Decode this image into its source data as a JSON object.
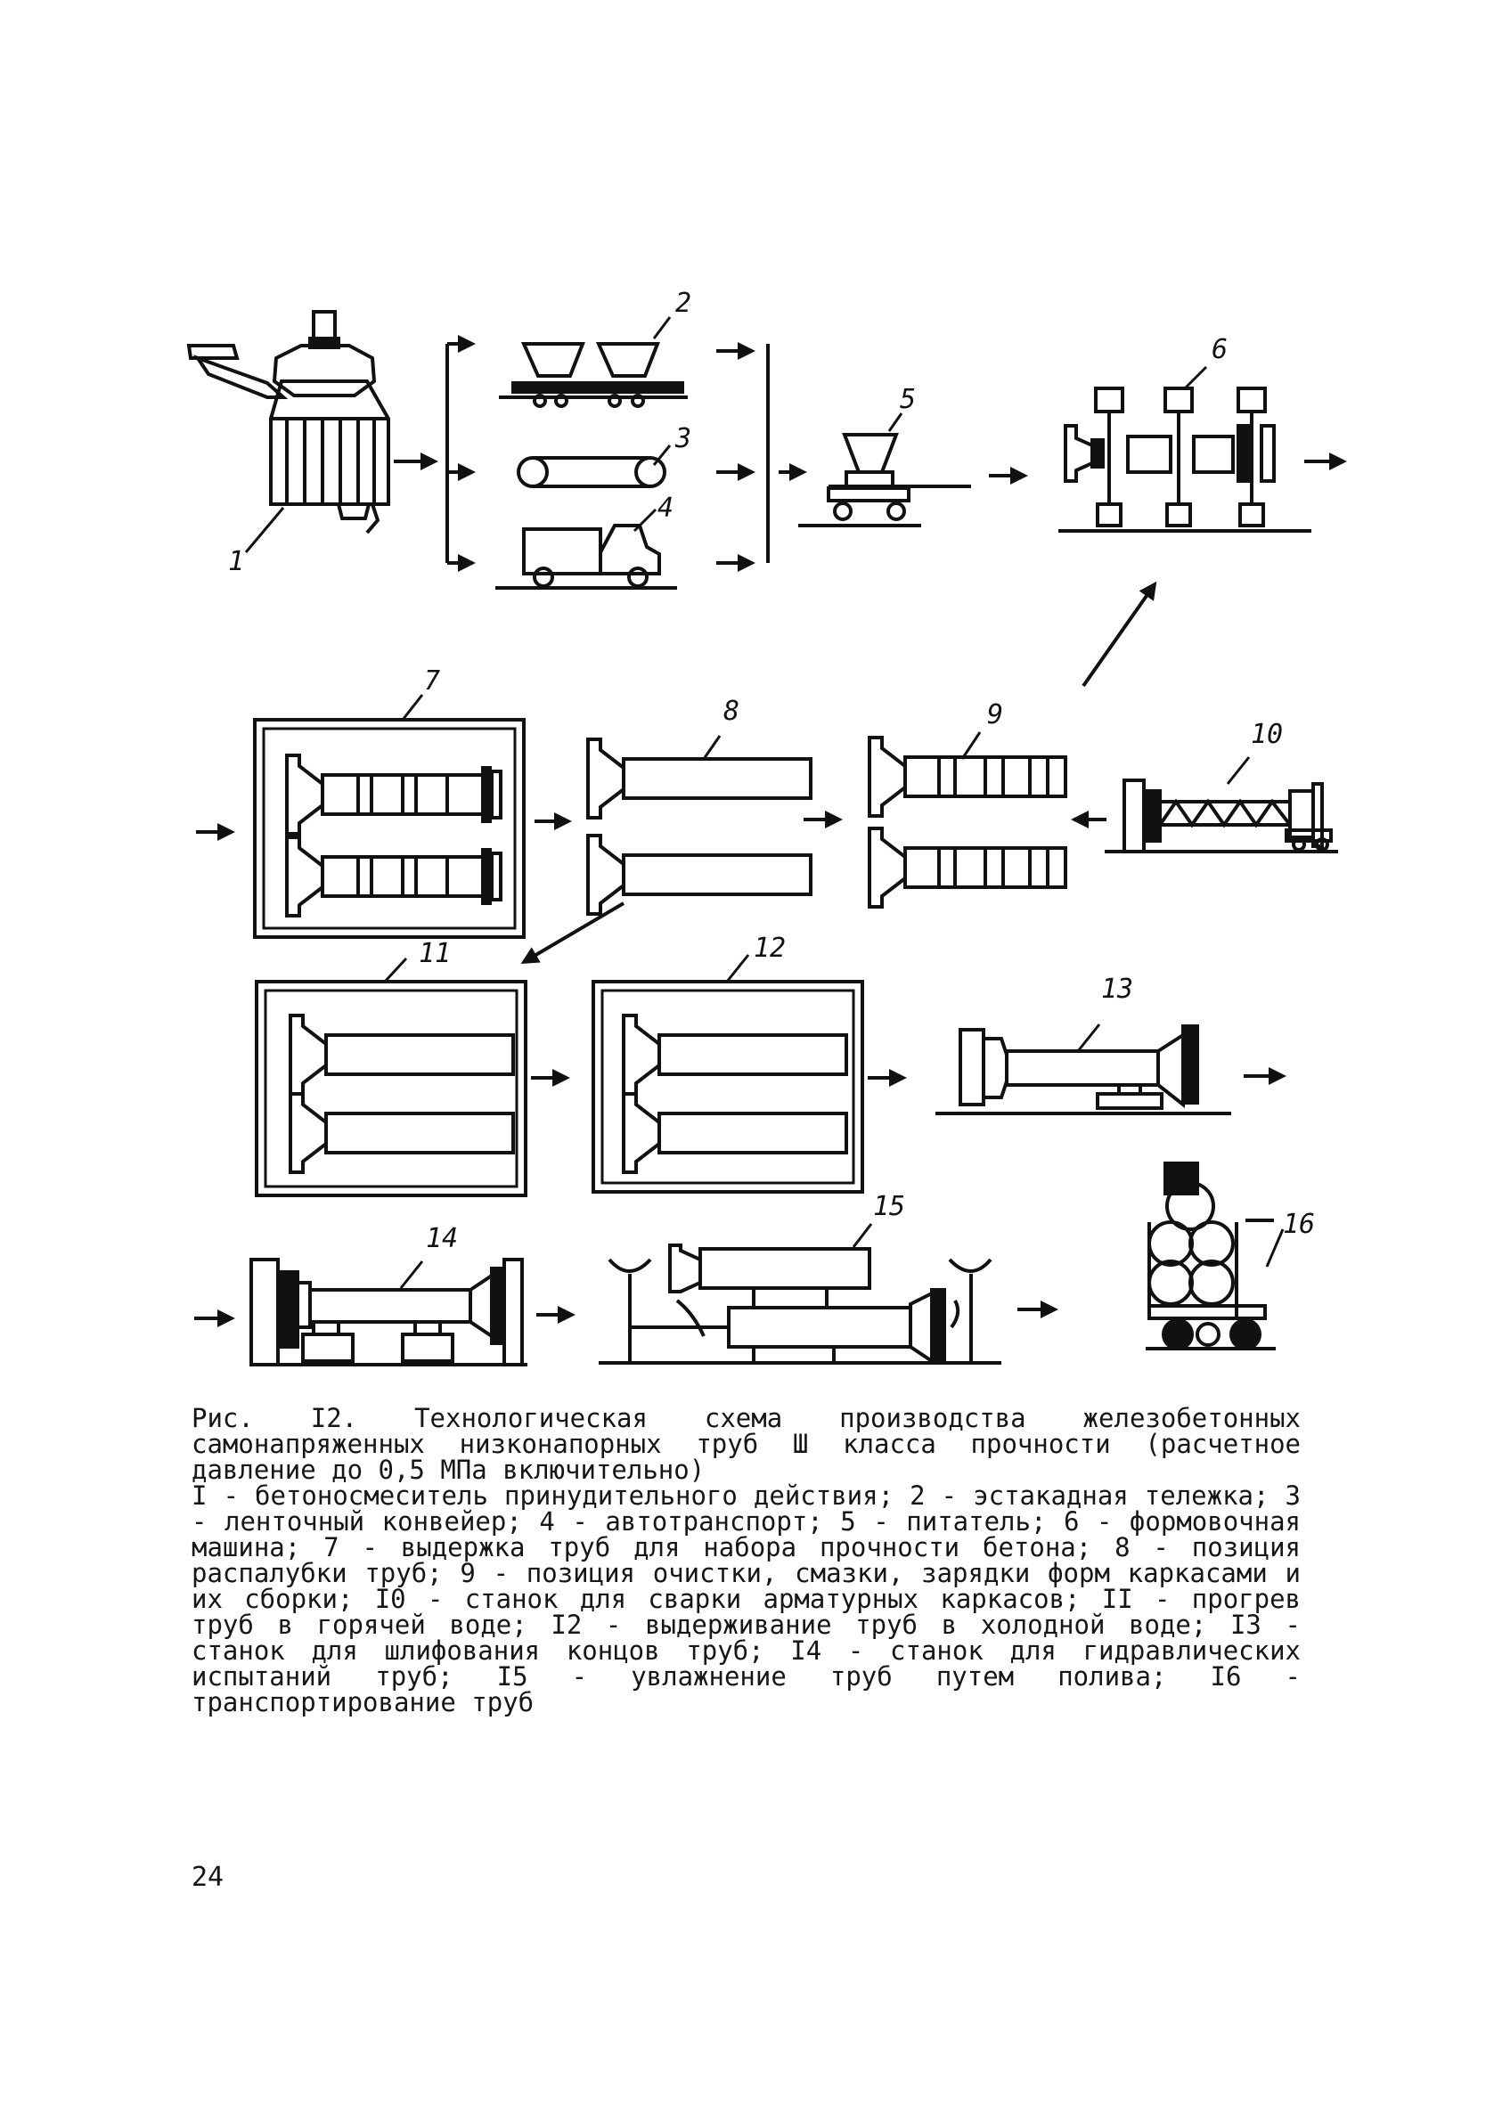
{
  "figure": {
    "caption": "Рис. I2. Технологическая схема производства железобетонных самонапряженных низконапорных труб Ш класса прочности  (расчетное давление до 0,5 МПа включительно)",
    "legend": "I - бетоносмеситель принудительного действия; 2 - эстакадная тележка; 3 - ленточный конвейер; 4 - автотранспорт;  5 - питатель; 6 - формовочная машина; 7 - выдержка труб для набора  прочности бетона; 8 - позиция распалубки труб; 9 - позиция очистки,  смазки, зарядки форм каркасами и их сборки; I0 - станок для  сварки арматурных каркасов; II - прогрев труб в горячей воде; I2 - выдерживание труб в холодной воде; I3 - станок для шлифования концов труб; I4 - станок для гидравлических испытаний труб; I5 - увлажнение труб путем полива; I6 - транспортирование труб",
    "labels": {
      "n1": "1",
      "n2": "2",
      "n3": "3",
      "n4": "4",
      "n5": "5",
      "n6": "6",
      "n7": "7",
      "n8": "8",
      "n9": "9",
      "n10": "10",
      "n11": "11",
      "n12": "12",
      "n13": "13",
      "n14": "14",
      "n15": "15",
      "n16": "16"
    }
  },
  "page_number": "24"
}
